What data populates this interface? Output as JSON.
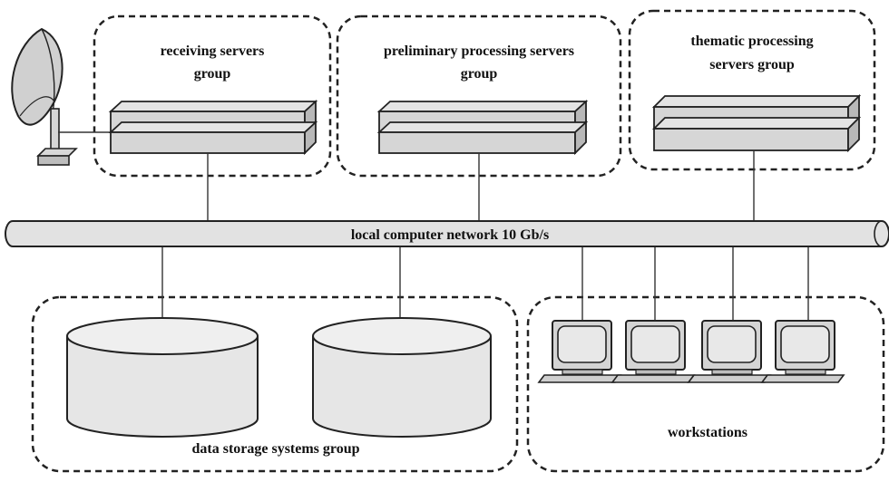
{
  "groups": {
    "receiving": {
      "line1": "receiving servers",
      "line2": "group"
    },
    "preliminary": {
      "line1": "preliminary processing servers",
      "line2": "group"
    },
    "thematic": {
      "line1": "thematic processing",
      "line2": "servers group"
    },
    "storage": {
      "label": "data storage systems group"
    },
    "workstations": {
      "label": "workstations"
    }
  },
  "network": {
    "label": "local computer network 10 Gb/s"
  },
  "icons": {
    "antenna": "satellite-dish-icon",
    "server": "server-rack-icon",
    "storage": "storage-cylinder-icon",
    "workstation": "computer-workstation-icon"
  }
}
